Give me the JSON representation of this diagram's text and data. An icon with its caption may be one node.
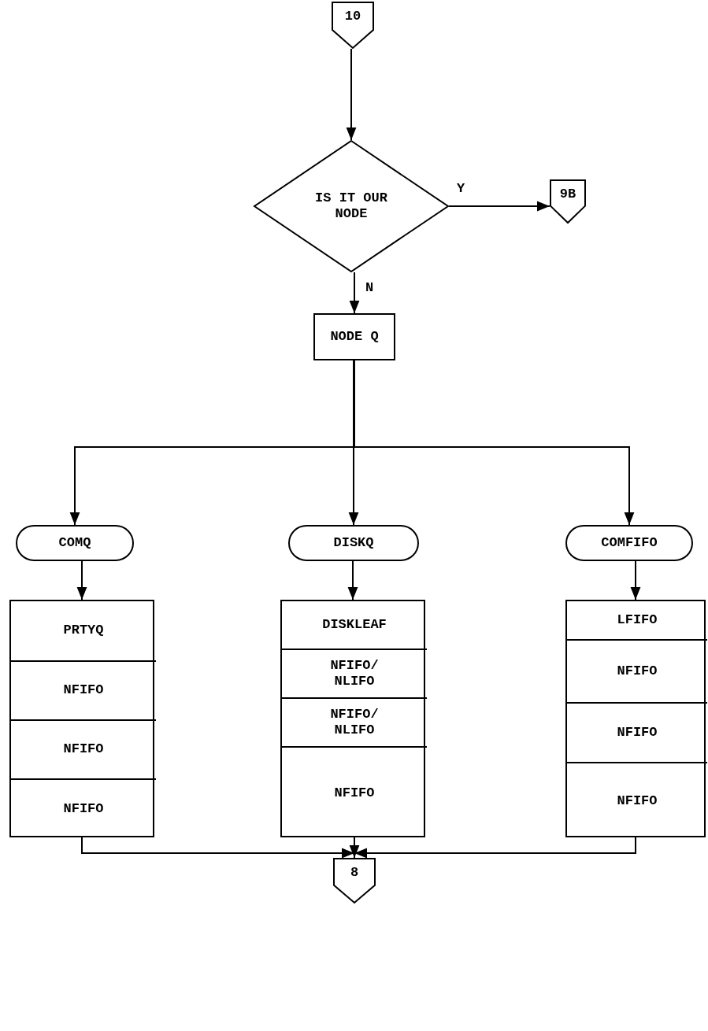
{
  "diagram": {
    "nodes": [
      {
        "text": [
          "10"
        ]
      },
      {
        "text": [
          "IS IT OUR NODE"
        ]
      },
      {
        "text": [
          "9B"
        ]
      },
      {
        "text": [
          "NODE Q"
        ]
      },
      {
        "text": [
          "COMQ"
        ]
      },
      {
        "text": [
          "DISKQ"
        ]
      },
      {
        "text": [
          "COMFIFO"
        ]
      },
      {
        "text": [],
        "shape": "box"
      },
      {
        "text": [
          "PRTYQ"
        ],
        "in": 7
      },
      {
        "text": [
          "NFIFO"
        ],
        "in": 7
      },
      {
        "text": [
          "NFIFO"
        ],
        "in": 7
      },
      {
        "text": [
          "NFIFO"
        ],
        "in": 7
      },
      {
        "text": [],
        "shape": "box"
      },
      {
        "text": [
          "DISKLEAF"
        ],
        "in": 12
      },
      {
        "text": [
          "NFIFO/ NLIFO"
        ],
        "in": 12
      },
      {
        "text": [
          "NFIFO/ NLIFO"
        ],
        "in": 12
      },
      {
        "text": [
          "NFIFO"
        ],
        "in": 12
      },
      {
        "text": [],
        "shape": "box"
      },
      {
        "text": [
          "LFIFO"
        ],
        "in": 17
      },
      {
        "text": [
          "NFIFO"
        ],
        "in": 17
      },
      {
        "text": [
          "NFIFO"
        ],
        "in": 17
      },
      {
        "text": [
          "NFIFO"
        ],
        "in": 17
      },
      {
        "text": [
          "8"
        ]
      }
    ],
    "edges": [
      {
        "from": 0,
        "to": 1,
        "arrow": "to"
      },
      {
        "from": 1,
        "to": 2,
        "arrow": "to",
        "label": "Y"
      },
      {
        "from": 1,
        "to": 3,
        "arrow": "to",
        "label": "N"
      },
      {
        "from": 3,
        "to": 4,
        "arrow": "to"
      },
      {
        "from": 3,
        "to": 5,
        "arrow": "to"
      },
      {
        "from": 3,
        "to": 6,
        "arrow": "to"
      },
      {
        "from": 4,
        "to": 7,
        "arrow": "to"
      },
      {
        "from": 5,
        "to": 12,
        "arrow": "to"
      },
      {
        "from": 6,
        "to": 17,
        "arrow": "to"
      },
      {
        "from": 7,
        "to": 22,
        "arrow": "to"
      },
      {
        "from": 12,
        "to": 22,
        "arrow": "to"
      },
      {
        "from": 17,
        "to": 22,
        "arrow": "to"
      }
    ]
  }
}
